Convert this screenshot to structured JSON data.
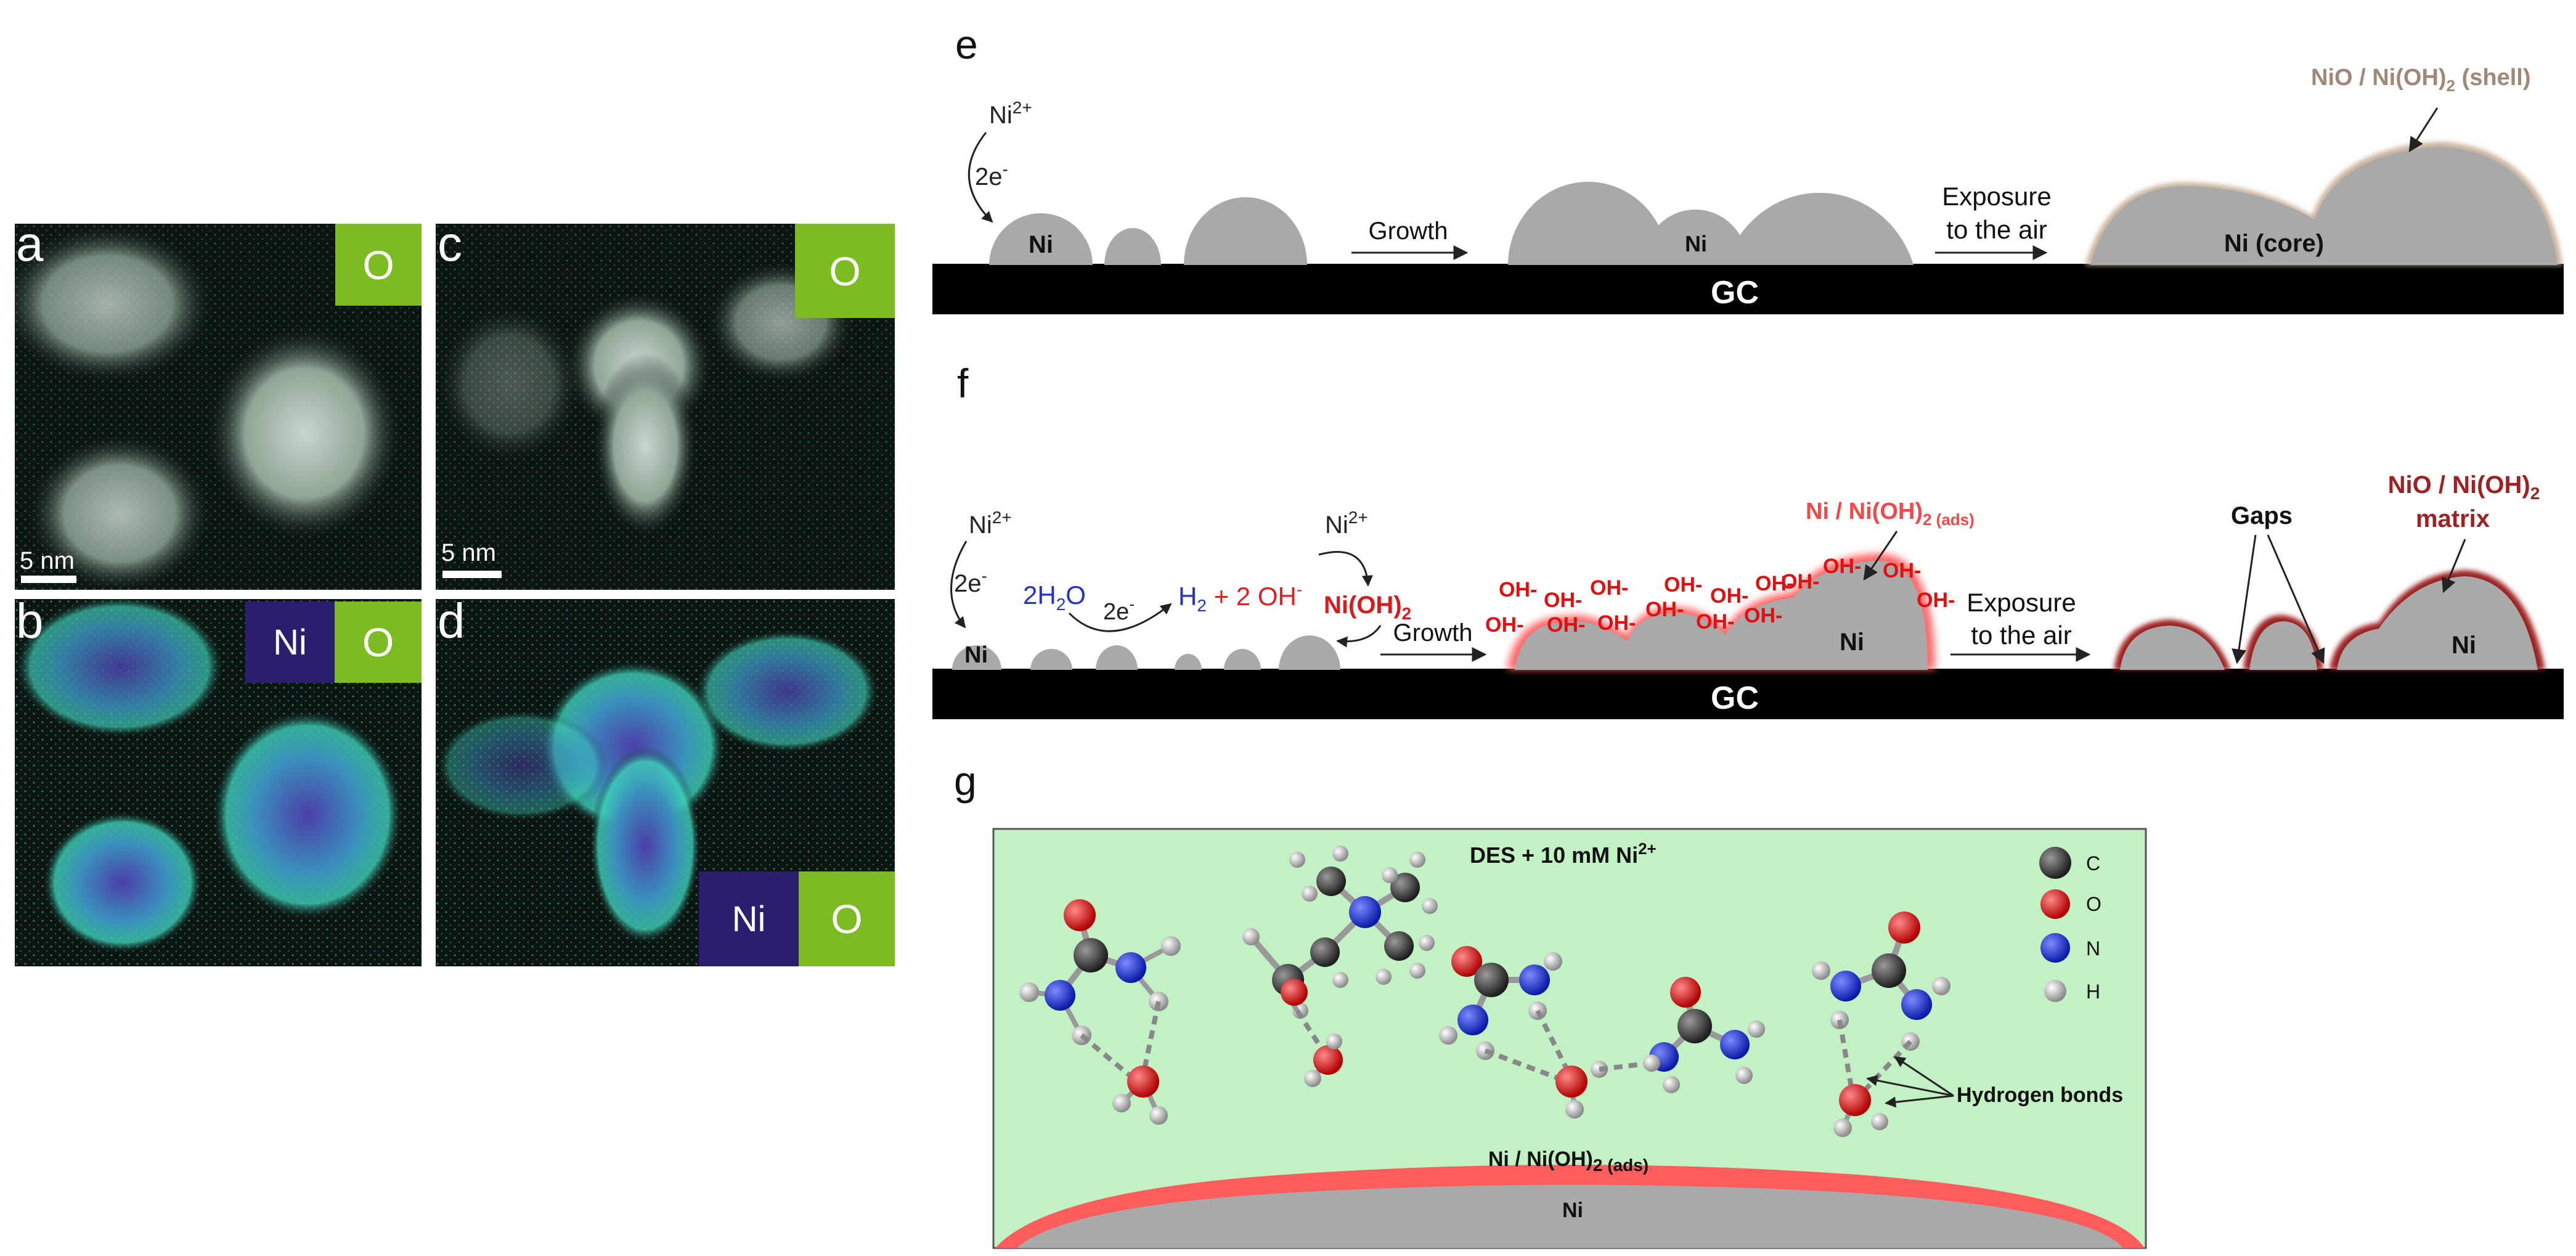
{
  "panels": {
    "a": {
      "label": "a",
      "tags": [
        "O"
      ],
      "scale": "5 nm"
    },
    "b": {
      "label": "b",
      "tags": [
        "Ni",
        "O"
      ]
    },
    "c": {
      "label": "c",
      "tags": [
        "O"
      ],
      "scale": "5 nm"
    },
    "d": {
      "label": "d",
      "tags": [
        "Ni",
        "O"
      ]
    },
    "e": {
      "label": "e",
      "ion": "Ni",
      "ion_charge": "2+",
      "electrons": "2e",
      "electrons_sup": "-",
      "particle_label": "Ni",
      "growth": "Growth",
      "grown_label": "Ni",
      "exposure_1": "Exposure",
      "exposure_2": "to the air",
      "core_label": "Ni (core)",
      "shell_label": "NiO / Ni(OH)",
      "shell_sub": "2",
      "shell_suffix": " (shell)",
      "substrate": "GC"
    },
    "f": {
      "label": "f",
      "ion": "Ni",
      "ion_charge": "2+",
      "electrons": "2e",
      "electrons_sup": "-",
      "water": "2H",
      "water_sub": "2",
      "water_suffix": "O",
      "electrons_2": "2e",
      "h2": "H",
      "h2_sub": "2",
      "oh_part": " + 2 OH",
      "oh_sup": "-",
      "ion_2": "Ni",
      "ion_2_charge": "2+",
      "niOH": "Ni(OH)",
      "niOH_sub": "2",
      "particle_label": "Ni",
      "growth": "Growth",
      "oh_label": "OH-",
      "ads_label": "Ni / Ni(OH)",
      "ads_sub": "2 (ads)",
      "grown_label": "Ni",
      "exposure_1": "Exposure",
      "exposure_2": "to the air",
      "gaps": "Gaps",
      "matrix_1": "NiO / Ni(OH)",
      "matrix_1_sub": "2",
      "matrix_2": "matrix",
      "final_label": "Ni",
      "substrate": "GC"
    },
    "g": {
      "label": "g",
      "title": "DES + 10 mM Ni",
      "title_sup": "2+",
      "legend": [
        {
          "symbol": "C",
          "color": "#3a3a3a"
        },
        {
          "symbol": "O",
          "color": "#d91a1a"
        },
        {
          "symbol": "N",
          "color": "#1a2fd9"
        },
        {
          "symbol": "H",
          "color": "#d8d8d8"
        }
      ],
      "hbond_label": "Hydrogen bonds",
      "ads_label": "Ni / Ni(OH)",
      "ads_sub": "2 (ads)",
      "ni_label": "Ni",
      "bg_color": "#c2f1c4"
    }
  }
}
